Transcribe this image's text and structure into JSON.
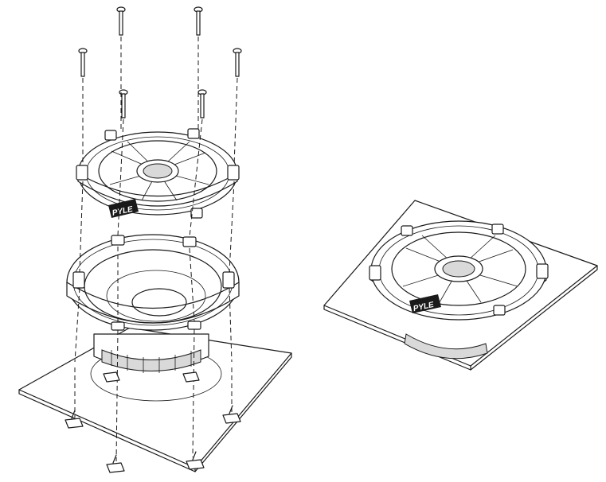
{
  "brand": {
    "logo_text": "PYLE"
  },
  "figures": [
    {
      "id": "exploded-assembly",
      "parts": [
        "screws",
        "grille",
        "speaker",
        "mounting-panel",
        "clips"
      ]
    },
    {
      "id": "installed-view",
      "parts": [
        "mounting-panel",
        "grille"
      ]
    }
  ],
  "colors": {
    "line": "#1a1a1a",
    "background": "#ffffff",
    "shade": "#d9d9d9"
  }
}
